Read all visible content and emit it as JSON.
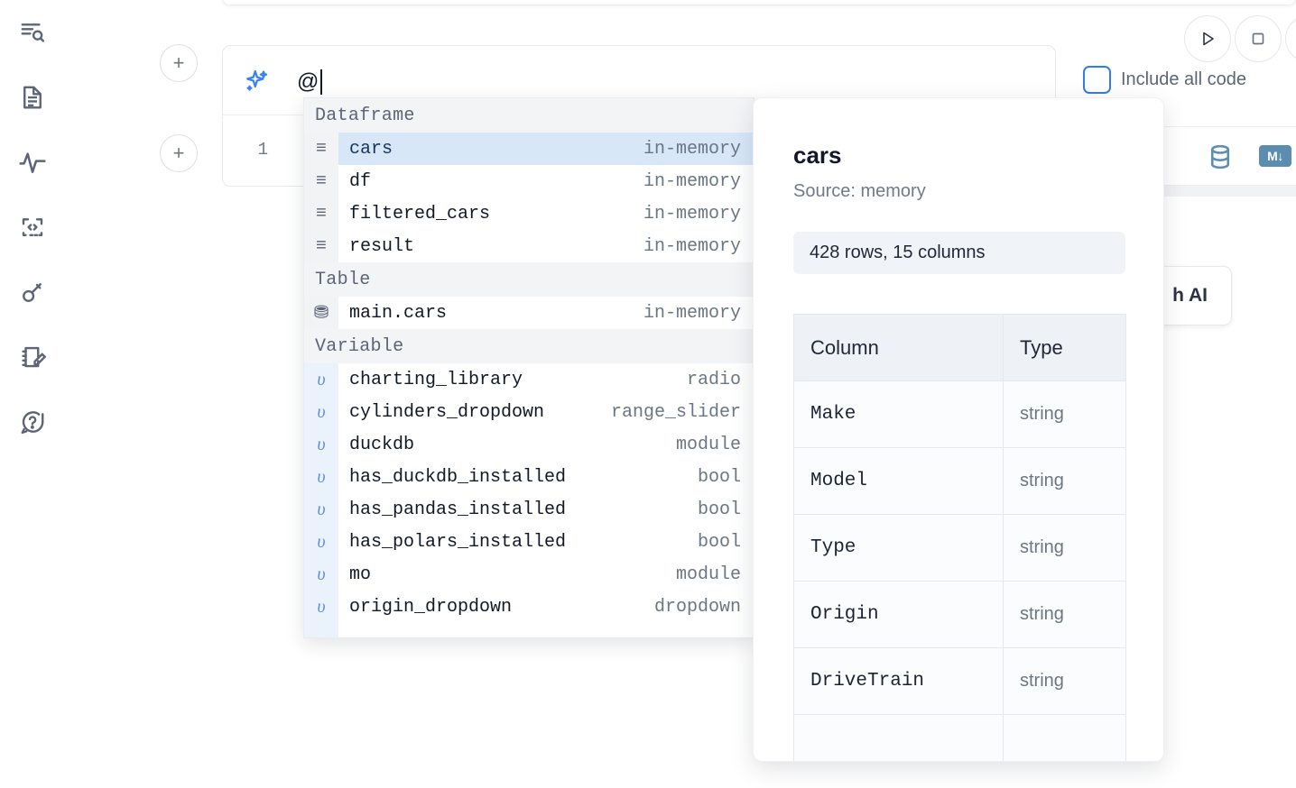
{
  "sidebar": {
    "items": [
      {
        "name": "outline-search-icon",
        "label": "Outline / Search"
      },
      {
        "name": "document-icon",
        "label": "Notebook file"
      },
      {
        "name": "activity-pulse-icon",
        "label": "Activity"
      },
      {
        "name": "code-snippet-icon",
        "label": "Snippets"
      },
      {
        "name": "key-icon",
        "label": "Secrets"
      },
      {
        "name": "scratchpad-edit-icon",
        "label": "Scratchpad"
      },
      {
        "name": "help-chat-icon",
        "label": "Help"
      }
    ]
  },
  "cells": {
    "add_button_label": "+",
    "ai_prompt": {
      "value": "@",
      "icon": "sparkle-icon"
    },
    "code_cell": {
      "line_number": "1"
    }
  },
  "run_controls": {
    "run_label": "▷",
    "stop_label": "□",
    "include_all_code": "Include all code",
    "include_all_code_checked": false,
    "database_icon": "database-icon",
    "markdown_badge": "M↓"
  },
  "ai_pill": {
    "label": "h AI"
  },
  "autocomplete": {
    "groups": [
      {
        "title": "Dataframe",
        "icon": "dataframe-icon",
        "gutter_kind": "df",
        "items": [
          {
            "name": "cars",
            "kind": "in-memory",
            "selected": true
          },
          {
            "name": "df",
            "kind": "in-memory",
            "selected": false
          },
          {
            "name": "filtered_cars",
            "kind": "in-memory",
            "selected": false
          },
          {
            "name": "result",
            "kind": "in-memory",
            "selected": false
          }
        ]
      },
      {
        "title": "Table",
        "icon": "table-database-icon",
        "gutter_kind": "tbl",
        "items": [
          {
            "name": "main.cars",
            "kind": "in-memory",
            "selected": false
          }
        ]
      },
      {
        "title": "Variable",
        "icon": "variable-icon",
        "gutter_kind": "var",
        "items": [
          {
            "name": "charting_library",
            "kind": "radio",
            "selected": false
          },
          {
            "name": "cylinders_dropdown",
            "kind": "range_slider",
            "selected": false
          },
          {
            "name": "duckdb",
            "kind": "module",
            "selected": false
          },
          {
            "name": "has_duckdb_installed",
            "kind": "bool",
            "selected": false
          },
          {
            "name": "has_pandas_installed",
            "kind": "bool",
            "selected": false
          },
          {
            "name": "has_polars_installed",
            "kind": "bool",
            "selected": false
          },
          {
            "name": "mo",
            "kind": "module",
            "selected": false
          },
          {
            "name": "origin_dropdown",
            "kind": "dropdown",
            "selected": false
          },
          {
            "name": "",
            "kind": "",
            "selected": false
          }
        ]
      }
    ],
    "gutter_glyphs": {
      "df": "≡",
      "tbl": "⛃",
      "var": "υ"
    }
  },
  "detail_panel": {
    "title": "cars",
    "source": "Source: memory",
    "stats": "428 rows, 15 columns",
    "table": {
      "headers": [
        "Column",
        "Type"
      ],
      "rows": [
        [
          "Make",
          "string"
        ],
        [
          "Model",
          "string"
        ],
        [
          "Type",
          "string"
        ],
        [
          "Origin",
          "string"
        ],
        [
          "DriveTrain",
          "string"
        ]
      ]
    }
  },
  "colors": {
    "accent_blue": "#3b82f6",
    "selected_row": "#d7e7f8",
    "steel": "#5b8db0",
    "slate": "#5b6478"
  }
}
